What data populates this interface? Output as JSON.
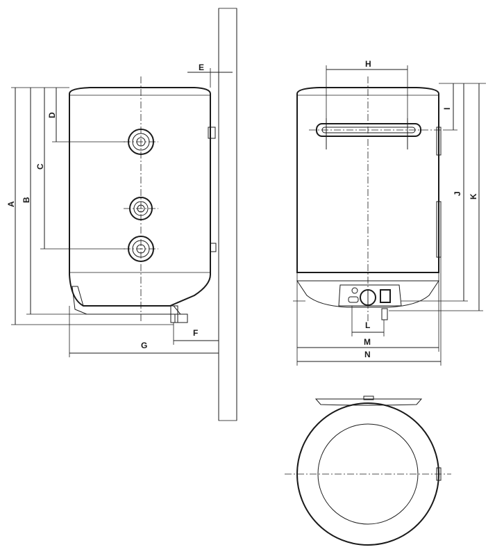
{
  "labels": {
    "A": "A",
    "B": "B",
    "C": "C",
    "D": "D",
    "E": "E",
    "F": "F",
    "G": "G",
    "H": "H",
    "I": "I",
    "J": "J",
    "K": "K",
    "L": "L",
    "M": "M",
    "N": "N"
  }
}
